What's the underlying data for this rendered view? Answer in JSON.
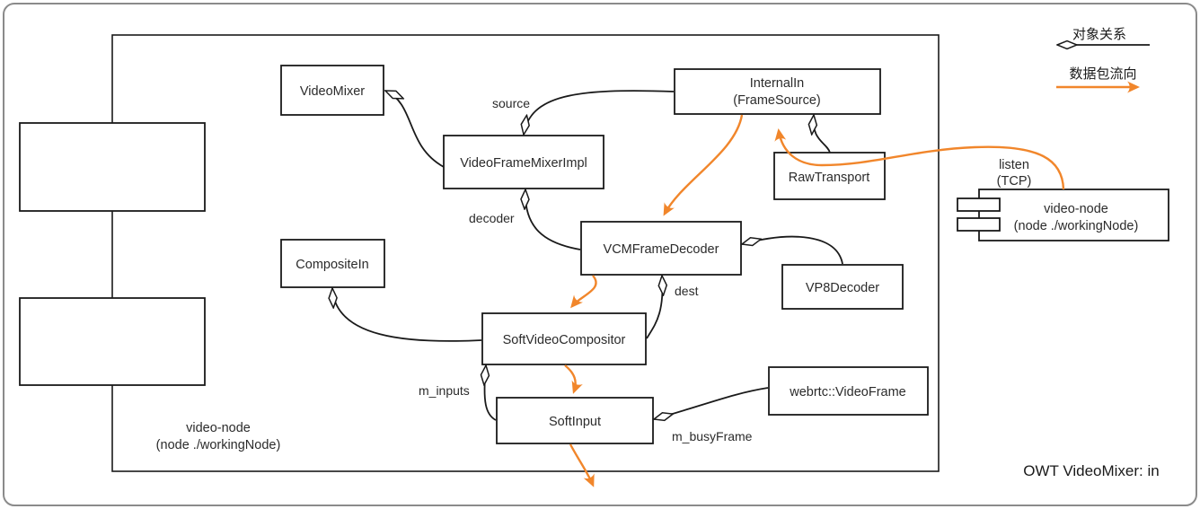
{
  "diagram": {
    "title": "OWT VideoMixer: in",
    "colors": {
      "flow_arrow": "#F1862B",
      "relation_line": "#1A1A1A",
      "frame_border": "#8B8B8B"
    },
    "legend": {
      "object_relation_label": "对象关系",
      "data_flow_label": "数据包流向"
    },
    "container": {
      "label_line1": "video-node",
      "label_line2": "(node ./workingNode)"
    },
    "component": {
      "label_line1": "video-node",
      "label_line2": "(node ./workingNode)",
      "port_label_line1": "listen",
      "port_label_line2": "(TCP)"
    },
    "nodes": {
      "video_mixer": "VideoMixer",
      "video_frame_mixer_impl": "VideoFrameMixerImpl",
      "internal_in_line1": "InternalIn",
      "internal_in_line2": "(FrameSource)",
      "raw_transport": "RawTransport",
      "composite_in": "CompositeIn",
      "vcm_frame_decoder": "VCMFrameDecoder",
      "vp8_decoder": "VP8Decoder",
      "soft_video_compositor": "SoftVideoCompositor",
      "soft_input": "SoftInput",
      "webrtc_video_frame": "webrtc::VideoFrame"
    },
    "edge_labels": {
      "source": "source",
      "decoder": "decoder",
      "dest": "dest",
      "m_inputs": "m_inputs",
      "m_busy_frame": "m_busyFrame"
    }
  }
}
